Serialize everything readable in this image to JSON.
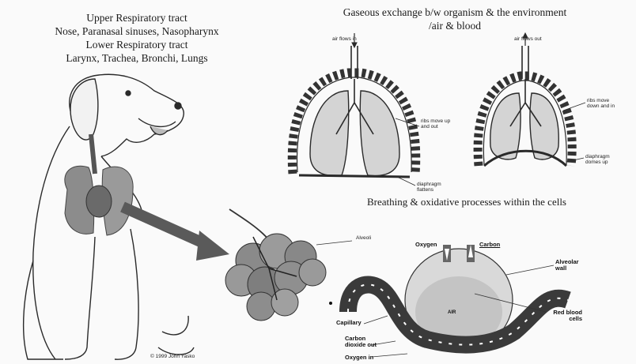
{
  "upper_left": {
    "line1": "Upper Respiratory tract",
    "line2": "Nose, Paranasal sinuses, Nasopharynx",
    "line3": "Lower Respiratory tract",
    "line4": "Larynx, Trachea, Bronchi, Lungs"
  },
  "upper_right": {
    "line1": "Gaseous exchange b/w organism &  the environment",
    "line2": "/air & blood"
  },
  "lungs_in": {
    "air": "air flows in",
    "ribs": "ribs move up and out",
    "diaphragm": "diaphragm flattens"
  },
  "lungs_out": {
    "air": "air flows out",
    "ribs": "ribs move down and in",
    "diaphragm": "diaphragm domes up"
  },
  "middle_title": "Breathing & oxidative processes within the cells",
  "alveoli_label": "Alveoli",
  "alveolus": {
    "oxygen": "Oxygen",
    "carbon": "Carbon",
    "alveolar_wall": "Alveolar wall",
    "air": "AIR",
    "capillary": "Capillary",
    "red_blood": "Red blood cells",
    "carbon_out": "Carbon dioxide out",
    "oxygen_in": "Oxygen in"
  },
  "copyright": "© 1999 John Yasko",
  "colors": {
    "ink": "#1a1a1a",
    "lung": "#c9c9c9",
    "vessel": "#3a3a3a",
    "background": "#fafafa"
  }
}
